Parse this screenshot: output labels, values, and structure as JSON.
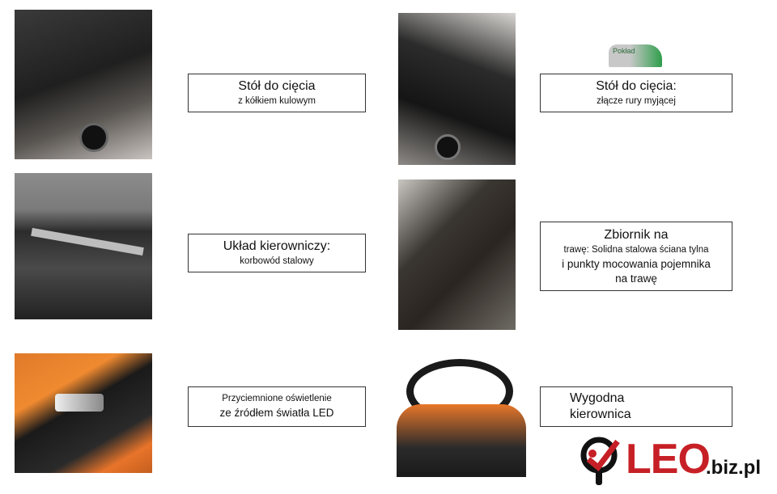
{
  "features": [
    {
      "title": "Stół do cięcia",
      "subtitle": "z kółkiem kulowym"
    },
    {
      "title": "Stół do cięcia:",
      "subtitle": "złącze rury myjącej",
      "badge": "Pokład"
    },
    {
      "title": "Układ kierowniczy:",
      "subtitle": "korbowód stalowy"
    },
    {
      "title": "Zbiornik na",
      "line2": "trawę: Solidna stalowa ściana tylna",
      "line3": "i punkty mocowania pojemnika",
      "line4": "na trawę"
    },
    {
      "title": "Przyciemnione oświetlenie",
      "subtitle": "ze źródłem światła LED"
    },
    {
      "title": "Wygodna",
      "subtitle": "kierownica"
    }
  ],
  "logo": {
    "brand": "LEO",
    "domain": ".biz.pl",
    "color": "#c62026"
  }
}
